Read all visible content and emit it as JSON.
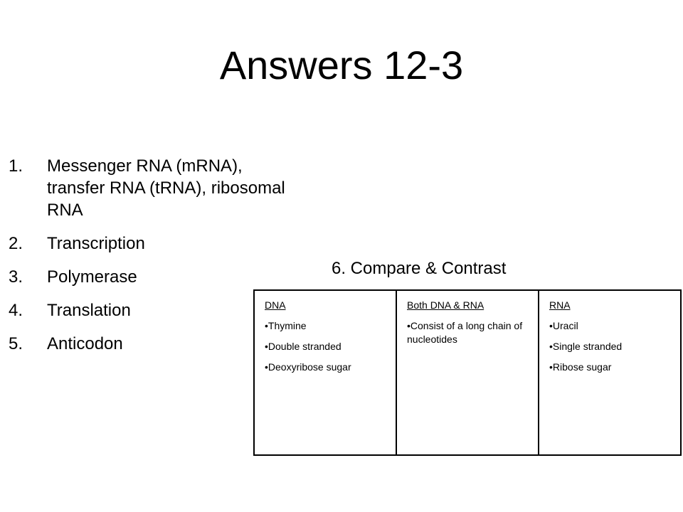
{
  "slide": {
    "title": "Answers 12-3"
  },
  "answers": [
    {
      "number": "1.",
      "text": "Messenger RNA (mRNA), transfer RNA (tRNA), ribosomal RNA"
    },
    {
      "number": "2.",
      "text": "Transcription"
    },
    {
      "number": "3.",
      "text": "Polymerase"
    },
    {
      "number": "4.",
      "text": "Translation"
    },
    {
      "number": "5.",
      "text": "Anticodon"
    }
  ],
  "compare": {
    "heading": "6. Compare & Contrast",
    "columns": [
      {
        "header": "DNA",
        "items": [
          "Thymine",
          "Double stranded",
          "Deoxyribose sugar"
        ]
      },
      {
        "header": "Both DNA & RNA",
        "items": [
          "Consist of a long chain of nucleotides"
        ]
      },
      {
        "header": "RNA",
        "items": [
          "Uracil",
          "Single stranded",
          "Ribose sugar"
        ]
      }
    ]
  }
}
